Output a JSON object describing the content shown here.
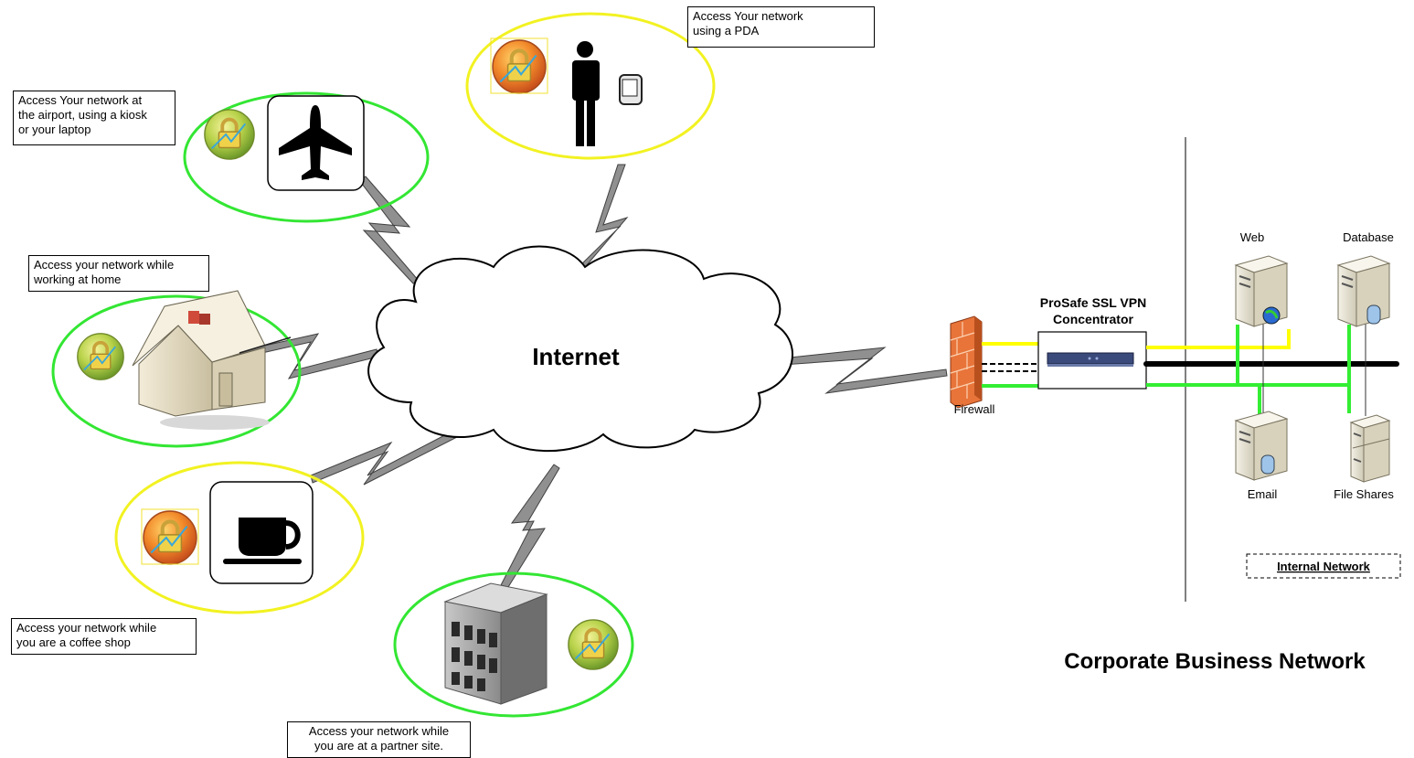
{
  "callouts": {
    "airport": "Access Your network at\nthe airport, using a kiosk\nor your laptop",
    "pda": "Access Your network\nusing a PDA",
    "home": "Access your network while\nworking at home",
    "coffee": "Access your network while\nyou are a coffee shop",
    "partner": "Access your network while\nyou are at a partner site."
  },
  "cloud_label": "Internet",
  "firewall_label": "Firewall",
  "vpn_label": "ProSafe SSL VPN\nConcentrator",
  "servers": {
    "web": "Web",
    "database": "Database",
    "email": "Email",
    "file_shares": "File Shares"
  },
  "internal_network_label": "Internal Network",
  "corporate_title": "Corporate Business Network",
  "colors": {
    "green_ring": "#33e633",
    "yellow_ring": "#f2f222",
    "yellow_link": "#ffff00",
    "green_link": "#33ee33"
  },
  "icons": [
    "airplane-icon",
    "person-icon",
    "pda-icon",
    "house-icon",
    "coffee-cup-icon",
    "office-building-icon",
    "lock-icon",
    "firewall-icon",
    "server-icon",
    "cloud-icon",
    "lightning-link-icon"
  ]
}
